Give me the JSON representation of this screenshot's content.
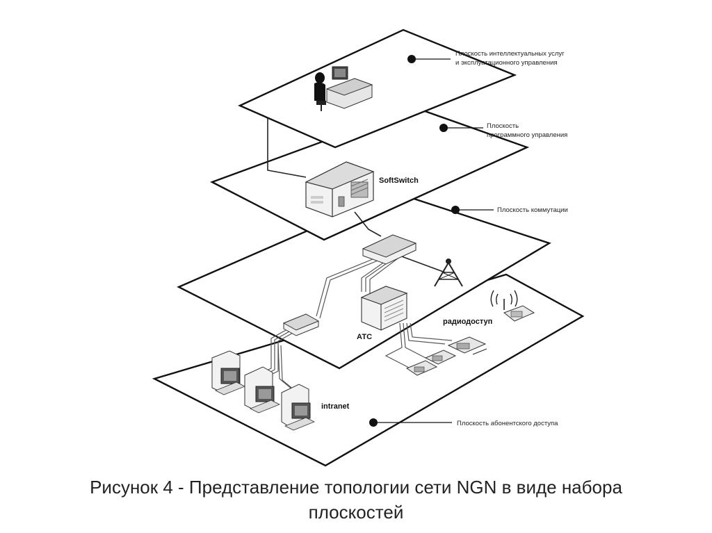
{
  "planes": [
    {
      "name": "services",
      "label_lines": [
        "Плоскость интеллектуальных услуг",
        "и эксплуатационного управления"
      ]
    },
    {
      "name": "control",
      "label_lines": [
        "Плоскость",
        "программного управления"
      ]
    },
    {
      "name": "switching",
      "label_lines": [
        "Плоскость коммутации"
      ]
    },
    {
      "name": "access",
      "label_lines": [
        "Плоскость абонентского доступа"
      ]
    }
  ],
  "devices": {
    "softswitch": "SoftSwitch",
    "ats": "АТС",
    "radio": "радиодоступ",
    "intranet": "intranet"
  },
  "caption": {
    "line1": "Рисунок 4 - Представление топологии сети NGN в виде набора",
    "line2": "плоскостей"
  }
}
